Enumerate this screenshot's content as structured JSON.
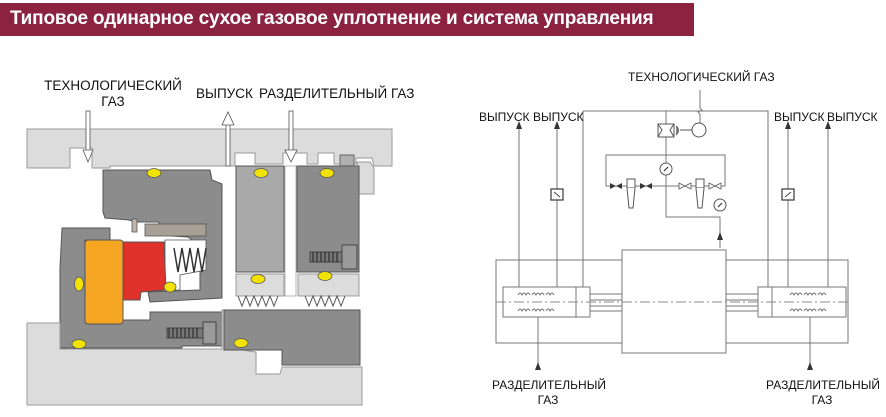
{
  "header": {
    "title": "Типовое одинарное сухое газовое уплотнение и система управления",
    "background_color": "#8b2340",
    "text_color": "#ffffff"
  },
  "seal_section": {
    "labels": {
      "process_gas_line1": "ТЕХНОЛОГИЧЕСКИЙ",
      "process_gas_line2": "ГАЗ",
      "vent": "ВЫПУСК",
      "separation_gas": "РАЗДЕЛИТЕЛЬНЫЙ ГАЗ"
    },
    "colors": {
      "housing_light": "#dcdcdc",
      "part_dark": "#8c8c8c",
      "part_mid": "#a9a9a9",
      "rotating_ring": "#f5a623",
      "stationary_ring": "#e0312b",
      "o_ring": "#f2e200"
    }
  },
  "control_system": {
    "labels": {
      "process_gas": "ТЕХНОЛОГИЧЕСКИЙ ГАЗ",
      "vent_1": "ВЫПУСК",
      "vent_2": "ВЫПУСК",
      "vent_3": "ВЫПУСК",
      "vent_4": "ВЫПУСК",
      "separation_left_line1": "РАЗДЕЛИТЕЛЬНЫЙ",
      "separation_left_line2": "ГАЗ",
      "separation_right_line1": "РАЗДЕЛИТЕЛЬНЫЙ",
      "separation_right_line2": "ГАЗ"
    }
  }
}
